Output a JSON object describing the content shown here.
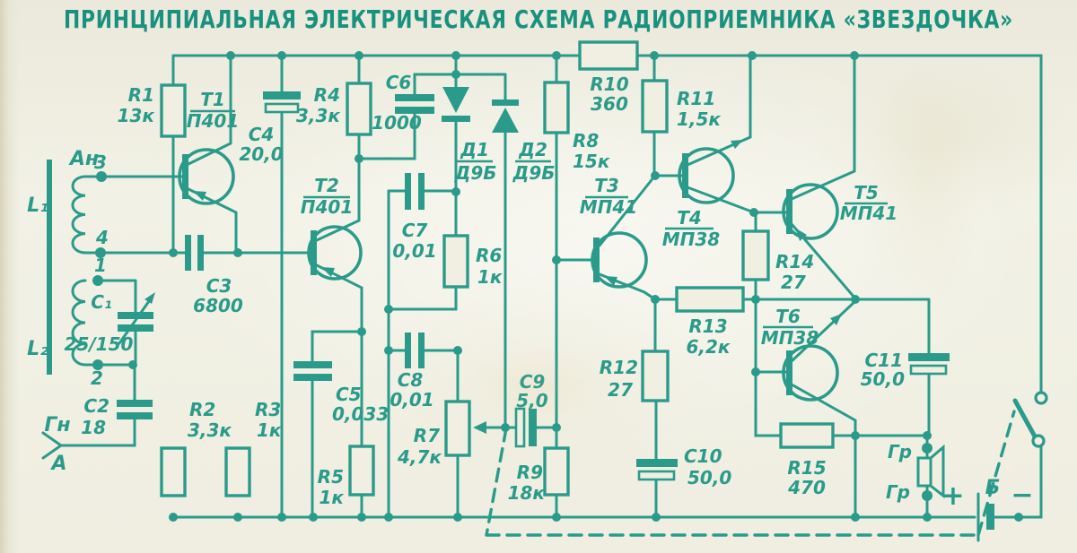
{
  "title": "ПРИНЦИПИАЛЬНАЯ ЭЛЕКТРИЧЕСКАЯ СХЕМА РАДИОПРИЕМНИКА «ЗВЕЗДОЧКА»",
  "ink_color": "#2a9b8a",
  "paper_color": "#f1efe2",
  "resistors": {
    "r1": {
      "ref": "R1",
      "value": "13к"
    },
    "r2": {
      "ref": "R2",
      "value": "3,3к"
    },
    "r3": {
      "ref": "R3",
      "value": "1к"
    },
    "r4": {
      "ref": "R4",
      "value": "3,3к"
    },
    "r5": {
      "ref": "R5",
      "value": "1к"
    },
    "r6": {
      "ref": "R6",
      "value": "1к"
    },
    "r7": {
      "ref": "R7",
      "value": "4,7к"
    },
    "r8": {
      "ref": "R8",
      "value": "15к"
    },
    "r9": {
      "ref": "R9",
      "value": "18к"
    },
    "r10": {
      "ref": "R10",
      "value": "360"
    },
    "r11": {
      "ref": "R11",
      "value": "1,5к"
    },
    "r12": {
      "ref": "R12",
      "value": "27"
    },
    "r13": {
      "ref": "R13",
      "value": "6,2к"
    },
    "r14": {
      "ref": "R14",
      "value": "27"
    },
    "r15": {
      "ref": "R15",
      "value": "470"
    }
  },
  "capacitors": {
    "c1": {
      "ref": "C₁",
      "value": "25/150"
    },
    "c2": {
      "ref": "C2",
      "value": "18"
    },
    "c3": {
      "ref": "C3",
      "value": "6800"
    },
    "c4": {
      "ref": "C4",
      "value": "20,0"
    },
    "c5": {
      "ref": "C5",
      "value": "0,033"
    },
    "c6": {
      "ref": "C6",
      "value": "1000"
    },
    "c7": {
      "ref": "C7",
      "value": "0,01"
    },
    "c8": {
      "ref": "C8",
      "value": "0,01"
    },
    "c9": {
      "ref": "C9",
      "value": "5,0"
    },
    "c10": {
      "ref": "C10",
      "value": "50,0"
    },
    "c11": {
      "ref": "C11",
      "value": "50,0"
    }
  },
  "transistors": {
    "t1": {
      "ref": "Т1",
      "type": "П401"
    },
    "t2": {
      "ref": "Т2",
      "type": "П401"
    },
    "t3": {
      "ref": "Т3",
      "type": "МП41"
    },
    "t4": {
      "ref": "Т4",
      "type": "МП38"
    },
    "t5": {
      "ref": "Т5",
      "type": "МП41"
    },
    "t6": {
      "ref": "Т6",
      "type": "МП38"
    }
  },
  "diodes": {
    "d1": {
      "ref": "Д1",
      "type": "Д9Б"
    },
    "d2": {
      "ref": "Д2",
      "type": "Д9Б"
    }
  },
  "coils": {
    "l1": "L₁",
    "l2": "L₂",
    "antenna_coil": "Ан"
  },
  "terminals": {
    "t3": "3",
    "t4": "4",
    "t1": "1",
    "t2": "2",
    "ground_jack": "Гн",
    "antenna": "А",
    "speaker_top": "Гр",
    "speaker_bottom": "Гр",
    "battery": "Б",
    "plus": "+",
    "minus": "−"
  }
}
